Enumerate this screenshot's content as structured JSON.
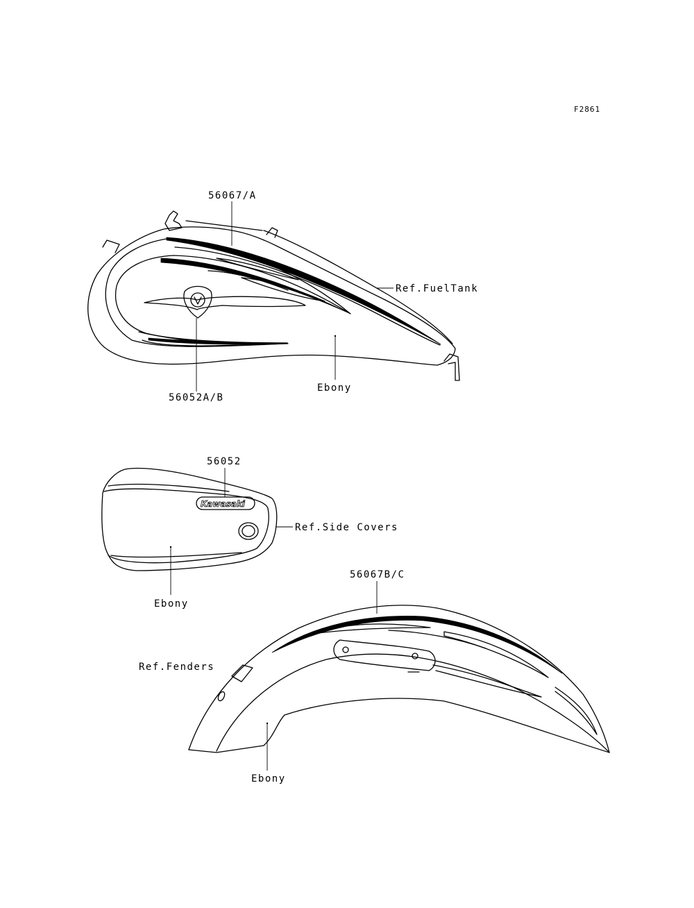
{
  "figure_code": "F2861",
  "callouts": {
    "tank_decal": "56067/A",
    "tank_emblem": "56052A/B",
    "fuel_tank_ref": "Ref.FuelTank",
    "tank_color": "Ebony",
    "side_cover_emblem": "56052",
    "side_covers_ref": "Ref.Side Covers",
    "side_cover_color": "Ebony",
    "fender_decal": "56067B/C",
    "fenders_ref": "Ref.Fenders",
    "fender_color": "Ebony"
  },
  "side_cover_logo": "Kawasaki"
}
